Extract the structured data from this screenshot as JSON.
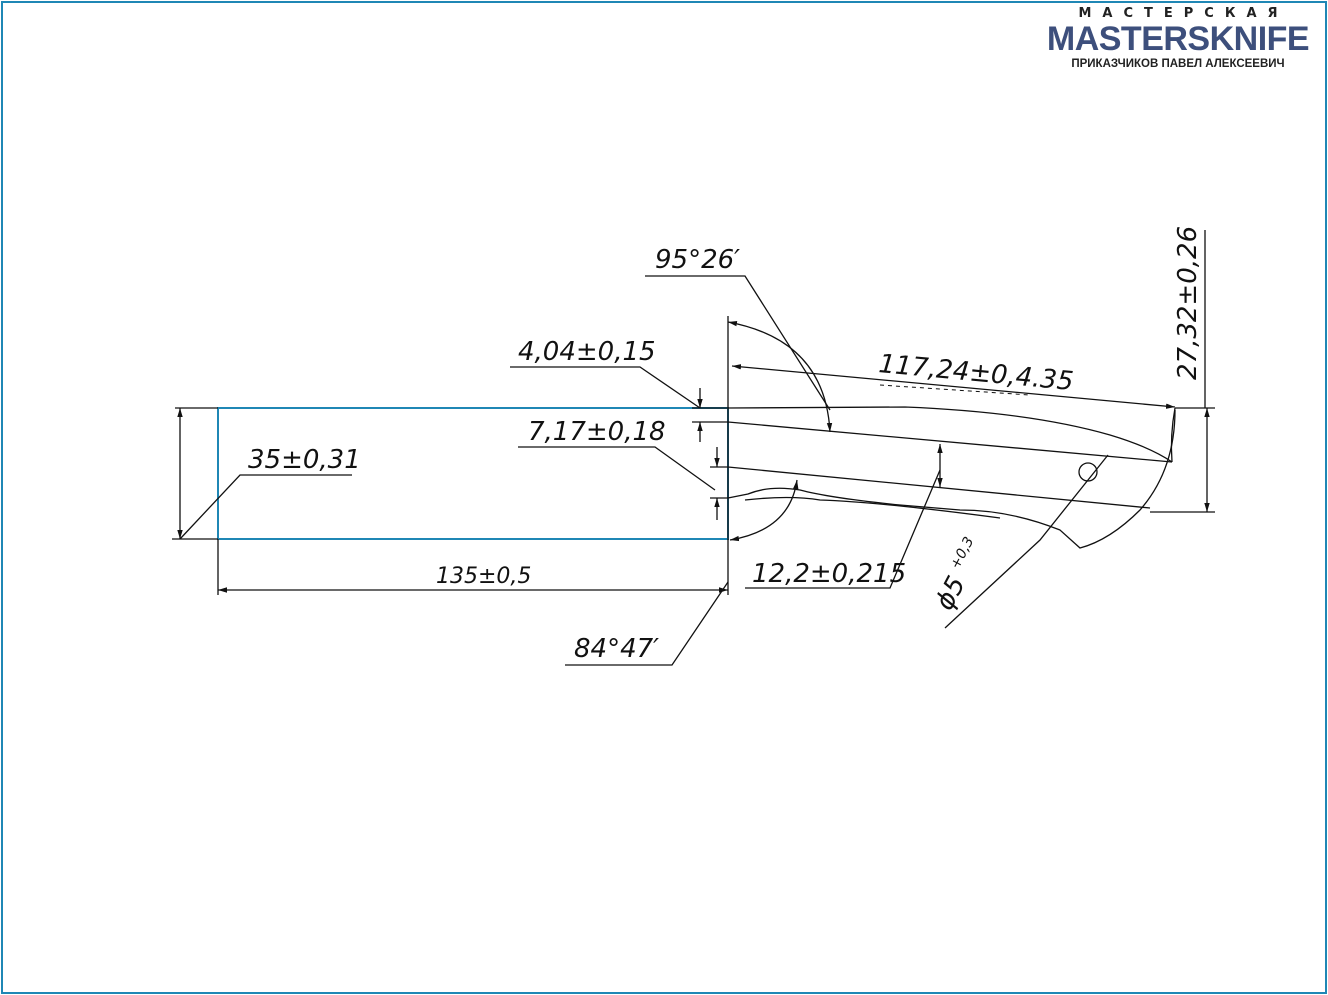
{
  "brand": {
    "top": "МАСТЕРСКАЯ",
    "main": "MASTERSKNIFE",
    "sub": "ПРИКАЗЧИКОВ ПАВЕЛ АЛЕКСЕЕВИЧ",
    "color": "#3d4f7c"
  },
  "drawing": {
    "frame_color": "#1f87b5",
    "line_color": "#111111",
    "dimensions": {
      "angle_top": "95°26′",
      "offset_top": "4,04±0,15",
      "blade_length": "117,24±0,4.35",
      "height_right": "27,32±0,26",
      "handle_height": "35±0,31",
      "offset_mid": "7,17±0,18",
      "handle_length": "135±0,5",
      "blade_height": "12,2±0,215",
      "angle_bottom": "84°47′",
      "hole_diameter": "ϕ5",
      "hole_tolerance": "+0,3"
    }
  }
}
